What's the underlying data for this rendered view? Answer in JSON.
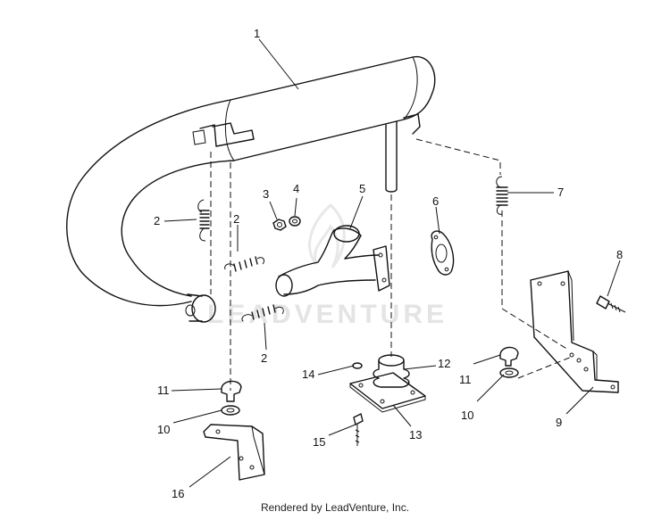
{
  "watermark": "LEADVENTURE",
  "footer": "Rendered by LeadVenture, Inc.",
  "callouts": [
    "1",
    "2",
    "2",
    "2",
    "3",
    "4",
    "5",
    "6",
    "7",
    "8",
    "9",
    "10",
    "10",
    "11",
    "11",
    "12",
    "13",
    "14",
    "15",
    "16"
  ]
}
